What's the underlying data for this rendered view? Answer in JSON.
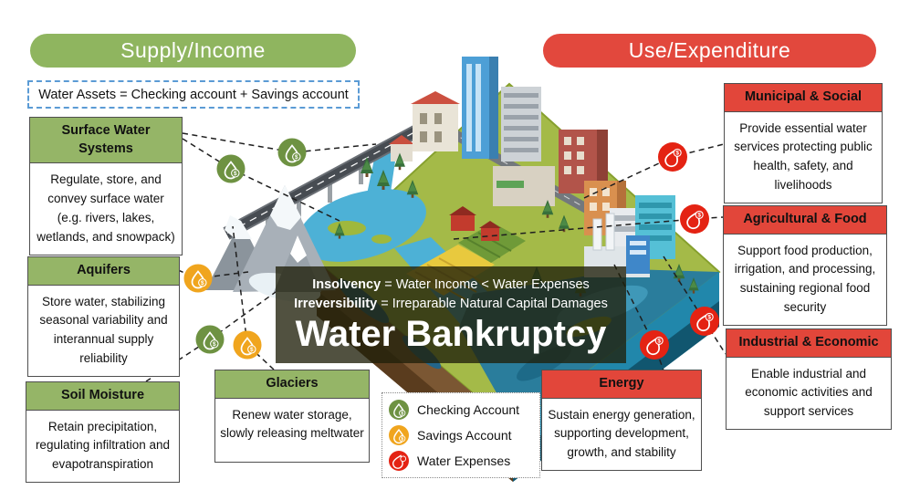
{
  "header": {
    "supply_label": "Supply/Income",
    "use_label": "Use/Expenditure",
    "assets_formula": "Water Assets = Checking account  + Savings account"
  },
  "supply_boxes": [
    {
      "title": "Surface Water Systems",
      "body": "Regulate, store, and convey surface water (e.g. rivers, lakes, wetlands, and snowpack)"
    },
    {
      "title": "Aquifers",
      "body": "Store water, stabilizing seasonal variability and interannual supply reliability"
    },
    {
      "title": "Soil Moisture",
      "body": "Retain precipitation, regulating infiltration and evapotranspiration"
    },
    {
      "title": "Glaciers",
      "body": "Renew water storage, slowly releasing meltwater"
    }
  ],
  "use_boxes": [
    {
      "title": "Municipal & Social",
      "body": "Provide essential water services protecting public health, safety, and livelihoods"
    },
    {
      "title": "Agricultural & Food",
      "body": "Support food production, irrigation, and processing, sustaining regional food security"
    },
    {
      "title": "Industrial & Economic",
      "body": "Enable industrial and economic activities and support services"
    },
    {
      "title": "Energy",
      "body": "Sustain energy generation, supporting development, growth, and stability"
    }
  ],
  "center": {
    "insolvency_term": "Insolvency",
    "insolvency_rest": " = Water Income < Water Expenses",
    "irreversibility_term": "Irreversibility",
    "irreversibility_rest": " = Irreparable Natural Capital Damages",
    "title": "Water Bankruptcy"
  },
  "legend": {
    "items": [
      {
        "label": "Checking Account",
        "color": "#6e9242"
      },
      {
        "label": "Savings Account",
        "color": "#f0a51e"
      },
      {
        "label": "Water Expenses",
        "color": "#e42313"
      }
    ]
  },
  "icons": {
    "currency": "$"
  },
  "colors": {
    "supply_green": "#8fb55f",
    "use_red": "#e2483d",
    "header_green": "#95b567",
    "header_red": "#e2463a",
    "assets_border_blue": "#5b9bd5",
    "checking_green": "#6e9242",
    "savings_orange": "#f0a51e",
    "expenses_red": "#e42313"
  }
}
